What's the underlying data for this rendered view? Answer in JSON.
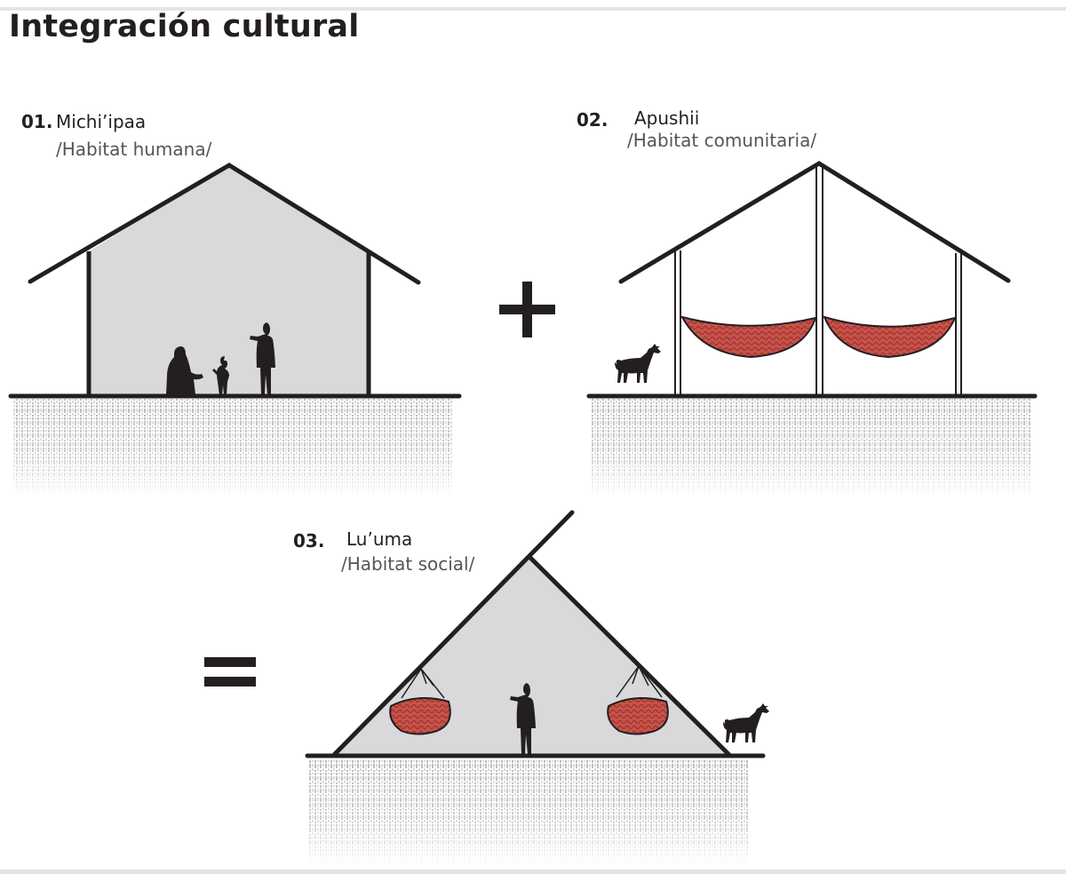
{
  "title": "Integración cultural",
  "panels": [
    {
      "number": "01.",
      "name": "Michi’ipaa",
      "subtitle": "/Habitat humana/"
    },
    {
      "number": "02.",
      "name": "Apushii",
      "subtitle": "/Habitat comunitaria/"
    },
    {
      "number": "03.",
      "name": "Lu’uma",
      "subtitle": "/Habitat social/"
    }
  ],
  "operators": {
    "plus": "plus-sign",
    "equals": "equals-sign"
  },
  "colors": {
    "ink": "#231f20",
    "house_fill": "#d9d9db",
    "hammock": "#c8524a",
    "hammock_dark": "#8e2f2a",
    "ground_texture": "#9a9a9a"
  }
}
